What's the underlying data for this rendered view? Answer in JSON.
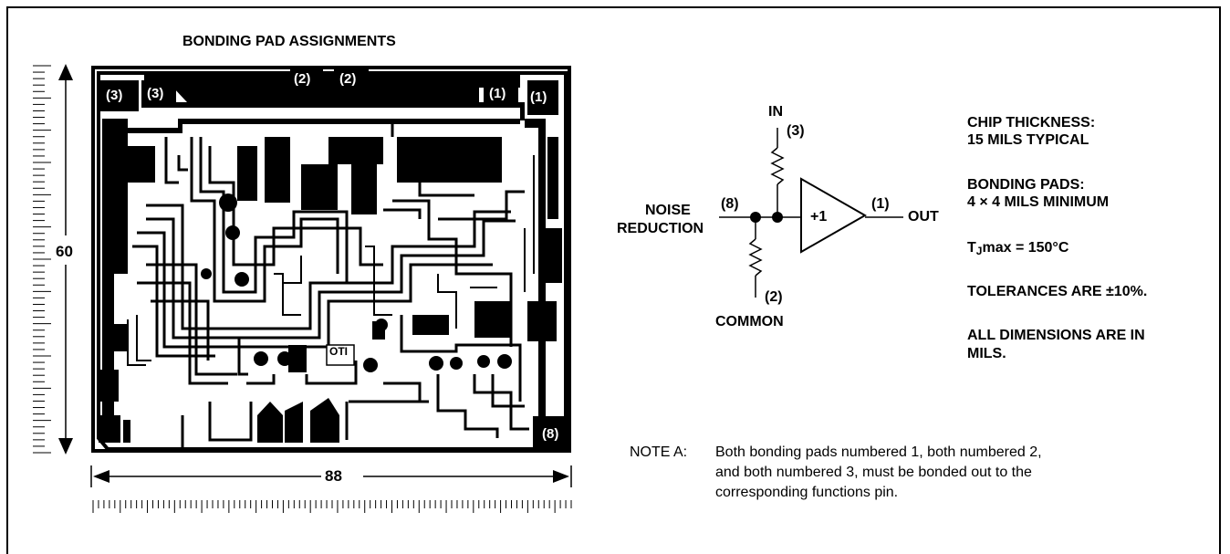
{
  "title": "BONDING PAD ASSIGNMENTS",
  "dimensions": {
    "height_label": "60",
    "width_label": "88"
  },
  "pads": {
    "top_left_a": "(3)",
    "top_left_b": "(3)",
    "top_mid_a": "(2)",
    "top_mid_b": "(2)",
    "top_right_a": "(1)",
    "top_right_b": "(1)",
    "bottom_right": "(8)",
    "chip_mark": "OTI"
  },
  "schematic": {
    "in_label": "IN",
    "in_pin": "(3)",
    "noise_label_1": "NOISE",
    "noise_label_2": "REDUCTION",
    "noise_pin": "(8)",
    "amp_gain": "+1",
    "out_pin": "(1)",
    "out_label": "OUT",
    "common_pin": "(2)",
    "common_label": "COMMON"
  },
  "specs": {
    "thickness_1": "CHIP THICKNESS:",
    "thickness_2": "15 MILS TYPICAL",
    "pads_1": "BONDING PADS:",
    "pads_2": "4 × 4 MILS MINIMUM",
    "tj_prefix": "T",
    "tj_sub": "J",
    "tj_rest": "max = 150°C",
    "tolerance": "TOLERANCES ARE ±10%.",
    "dims_1": "ALL DIMENSIONS ARE IN",
    "dims_2": "MILS."
  },
  "note": {
    "label": "NOTE A:",
    "line1": "Both bonding pads numbered 1, both numbered 2,",
    "line2": "and both numbered 3, must be bonded out to the",
    "line3": "corresponding functions pin."
  },
  "colors": {
    "ink": "#000000",
    "paper": "#ffffff"
  }
}
